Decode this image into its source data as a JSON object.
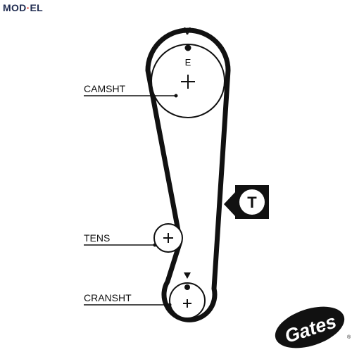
{
  "brand": {
    "logo_text": "MOD·EL",
    "logo_colors": {
      "text": "#1f2b50",
      "dot": "#e0261b"
    }
  },
  "diagram": {
    "labels": {
      "camshaft": "CAMSHT",
      "tensioner": "TENS",
      "crankshaft": "CRANSHT"
    },
    "marks": {
      "camshaft_top": "V",
      "camshaft_mark": "E",
      "tensioner_badge": "T"
    },
    "manufacturer_logo_text": "Gates",
    "manufacturer_logo_registered": "®",
    "colors": {
      "line": "#111111",
      "background": "#ffffff"
    },
    "icons": [
      "timing-mark-arrow-icon",
      "tensioner-badge-icon",
      "gates-logo-icon"
    ]
  }
}
